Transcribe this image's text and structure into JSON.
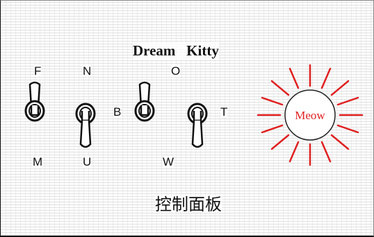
{
  "brand_title": "Dream   Kitty",
  "switch_labels": {
    "F": "F",
    "N": "N",
    "O": "O",
    "M": "M",
    "U": "U",
    "W": "W",
    "B": "B",
    "T": "T"
  },
  "meow_button": {
    "label": "Meow",
    "color": "#e02020"
  },
  "caption": "控制面板",
  "icons": [
    "toggle-switch-icon",
    "sunburst-icon"
  ]
}
